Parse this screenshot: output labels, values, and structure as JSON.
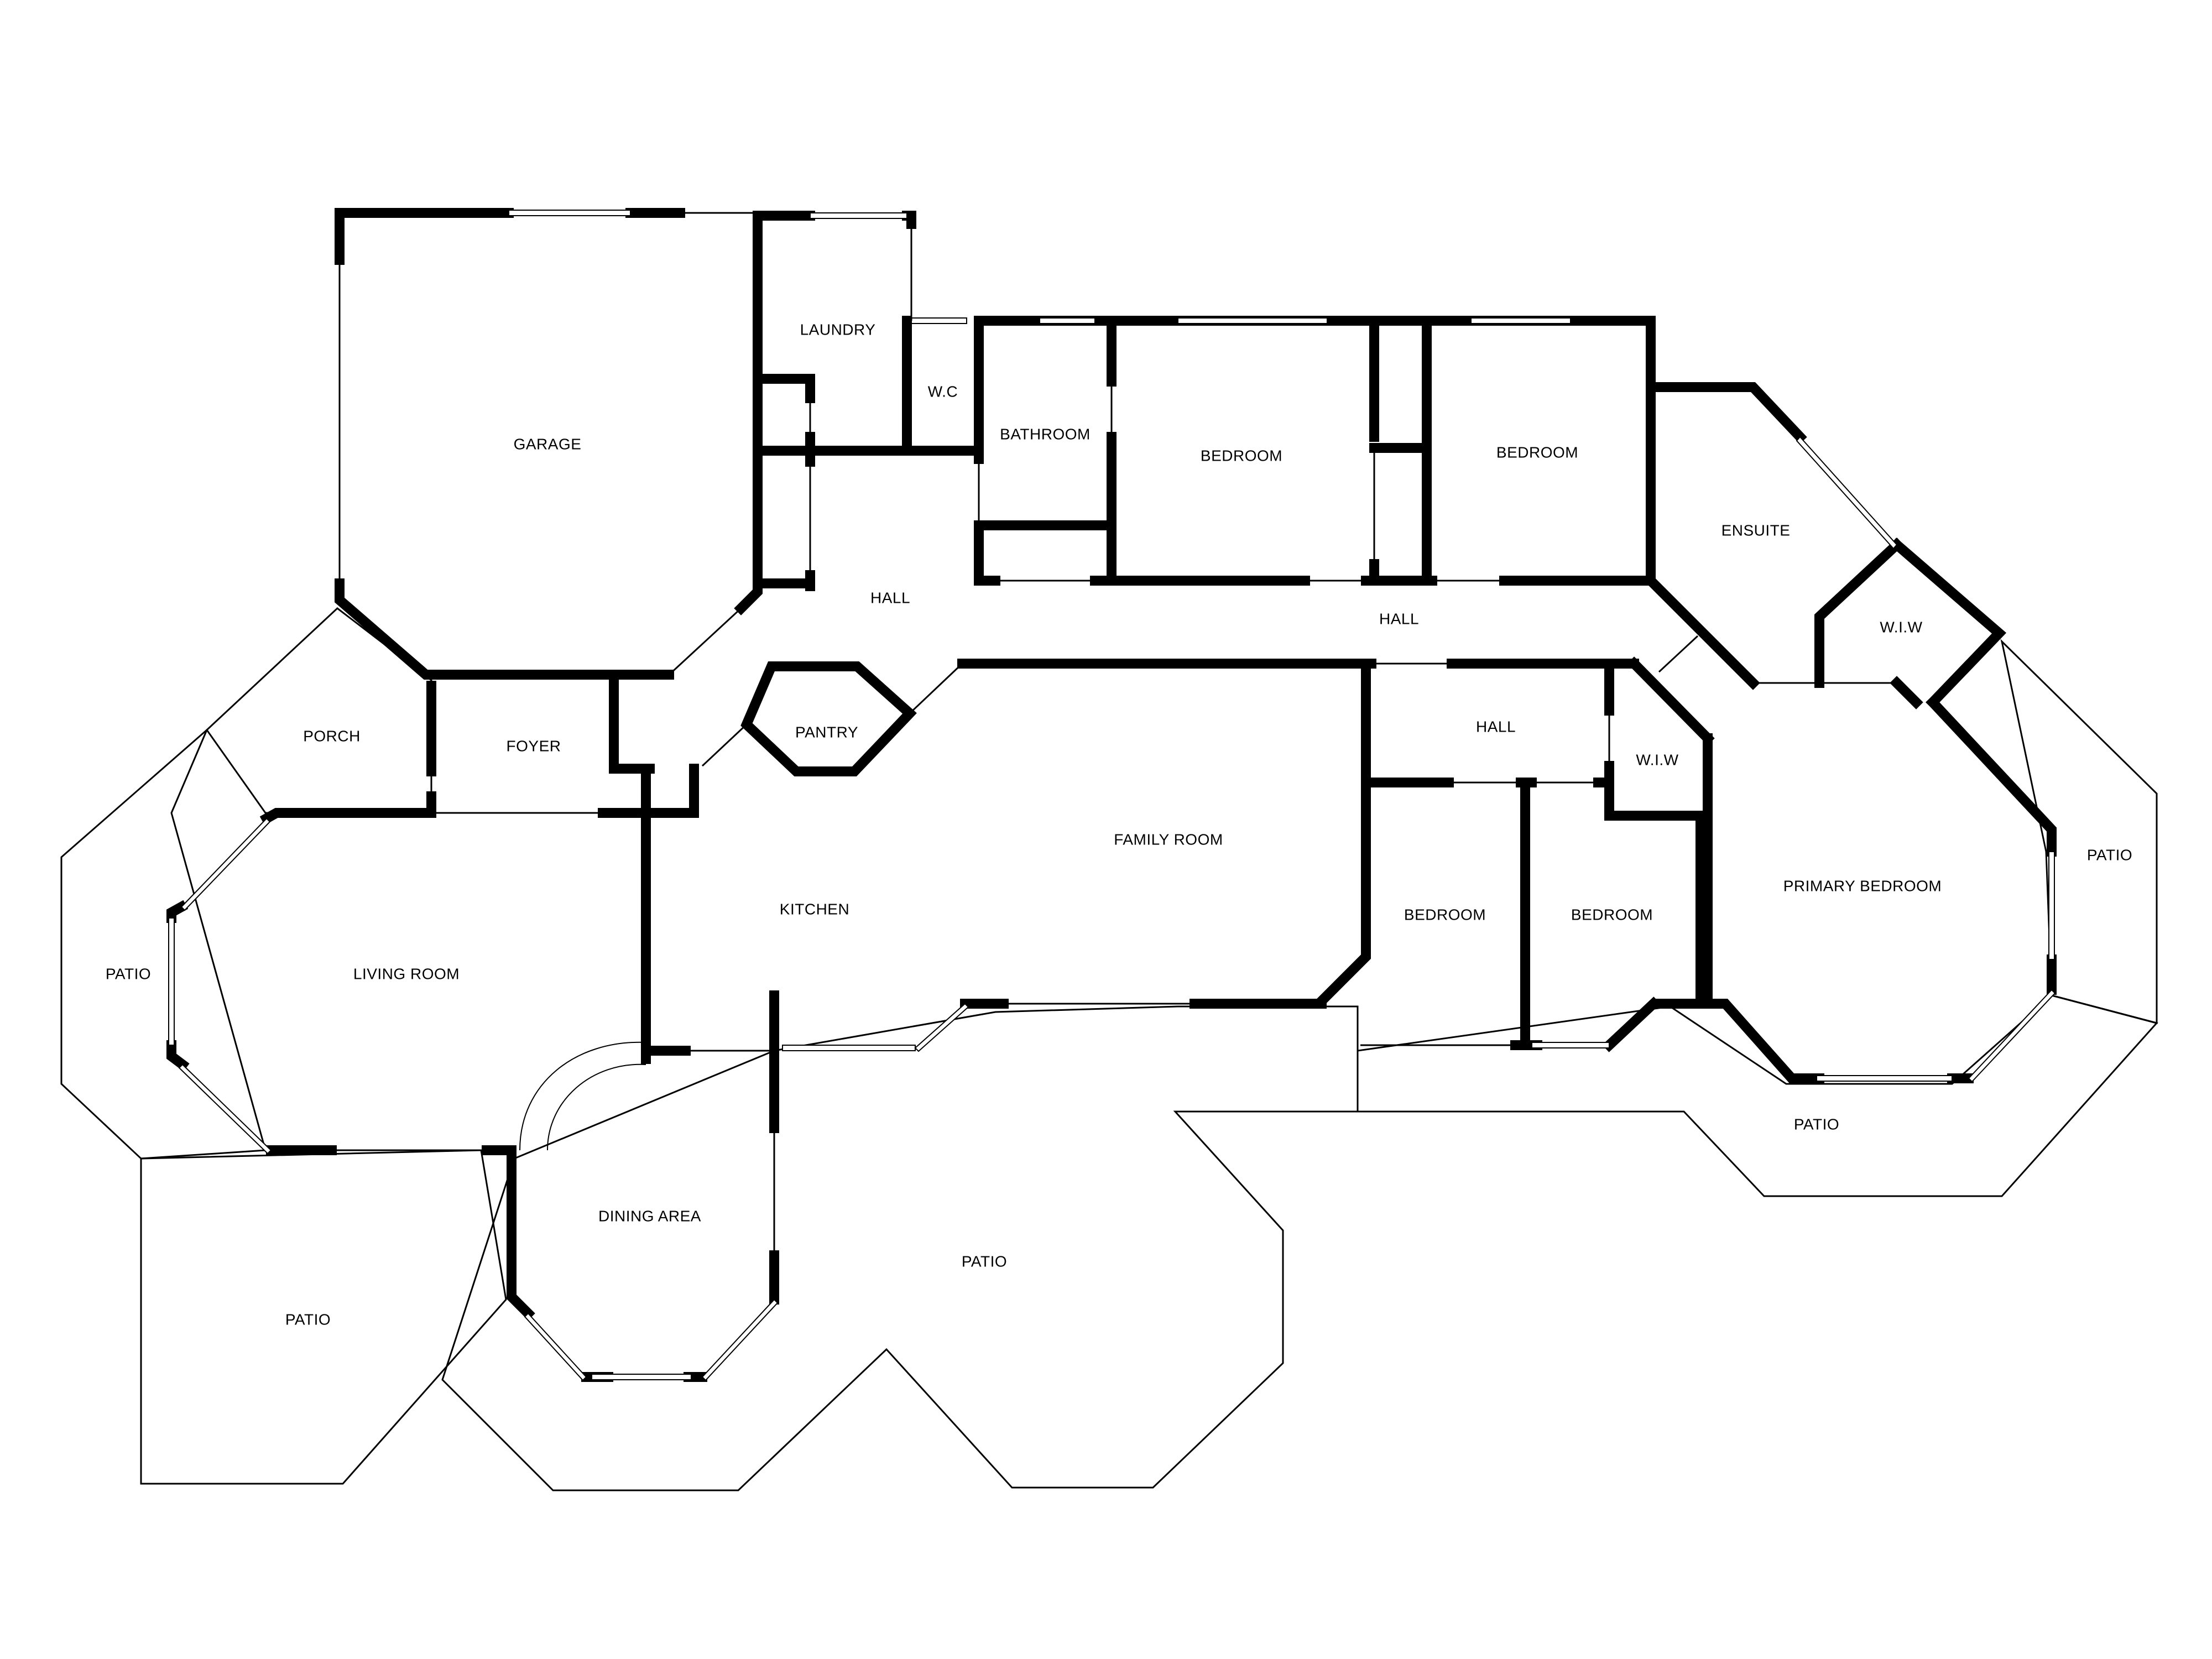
{
  "rooms": {
    "garage": "GARAGE",
    "laundry": "LAUNDRY",
    "wc": "W.C",
    "bathroom": "BATHROOM",
    "bedroom_1": "BEDROOM",
    "bedroom_2": "BEDROOM",
    "ensuite": "ENSUITE",
    "wiw_1": "W.I.W",
    "hall_1": "HALL",
    "hall_2": "HALL",
    "hall_3": "HALL",
    "porch": "PORCH",
    "foyer": "FOYER",
    "pantry": "PANTRY",
    "wiw_2": "W.I.W",
    "patio_east": "PATIO",
    "family_room": "FAMILY ROOM",
    "kitchen": "KITCHEN",
    "bedroom_3": "BEDROOM",
    "bedroom_4": "BEDROOM",
    "primary_bedroom": "PRIMARY BEDROOM",
    "patio_west": "PATIO",
    "living_room": "LIVING ROOM",
    "patio_south_east": "PATIO",
    "dining_area": "DINING AREA",
    "patio_south": "PATIO",
    "patio_south_west": "PATIO"
  }
}
